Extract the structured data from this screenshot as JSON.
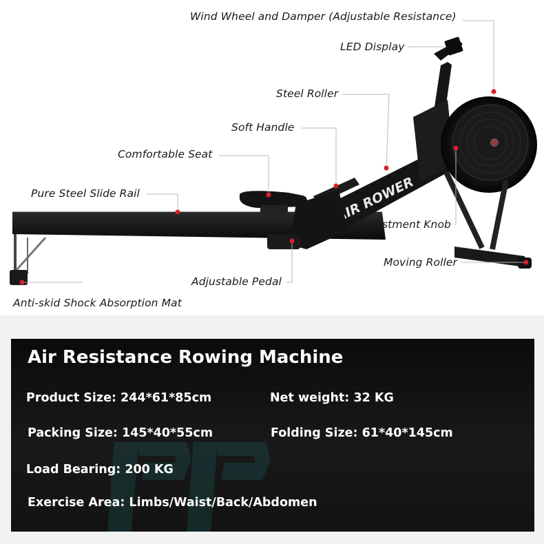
{
  "callouts": {
    "wind_wheel": "Wind Wheel and Damper (Adjustable Resistance)",
    "led_display": "LED Display",
    "steel_roller": "Steel Roller",
    "soft_handle": "Soft Handle",
    "comfortable_seat": "Comfortable Seat",
    "slide_rail": "Pure Steel Slide Rail",
    "adjustment_knob": "Adjustment Knob",
    "moving_roller": "Moving Roller",
    "adjustable_pedal": "Adjustable Pedal",
    "shock_mat": "Anti-skid Shock Absorption Mat"
  },
  "product": {
    "brand_print": "AIR ROWER"
  },
  "specs": {
    "title": "Air Resistance Rowing Machine",
    "product_size": "Product Size: 244*61*85cm",
    "net_weight": "Net weight: 32 KG",
    "packing_size": "Packing Size: 145*40*55cm",
    "folding_size": "Folding Size: 61*40*145cm",
    "load_bearing": "Load Bearing: 200 KG",
    "exercise_area": "Exercise Area: Limbs/Waist/Back/Abdomen"
  },
  "colors": {
    "callout_dot": "#d8202a",
    "panel_bg": "#111111",
    "watermark": "#1f7a7a"
  }
}
